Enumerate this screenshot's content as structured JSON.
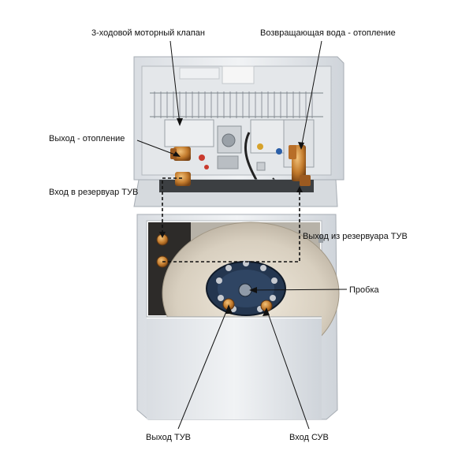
{
  "labels": {
    "motor_valve": "3-ходовой моторный клапан",
    "return_water": "Возвращающая вода - отопление",
    "heating_out": "Выход - отопление",
    "tank_in": "Вход в резервуар ТУВ",
    "tank_out": "Выход из резервуара ТУВ",
    "plug": "Пробка",
    "dhw_out": "Выход ТУВ",
    "cold_in": "Вход СУВ"
  }
}
